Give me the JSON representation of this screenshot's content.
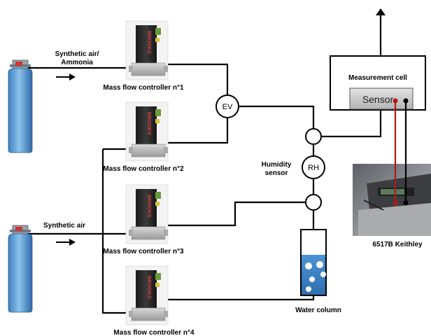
{
  "labels": {
    "synthetic_air_ammonia_line1": "Synthetic air/",
    "synthetic_air_ammonia_line2": "Ammonia",
    "synthetic_air": "Synthetic air",
    "mfc1": "Mass flow controller n°1",
    "mfc2": "Mass flow controller n°2",
    "mfc3": "Mass flow controller n°3",
    "mfc4": "Mass flow controller n°4",
    "ev": "EV",
    "rh": "RH",
    "humidity_sensor_line1": "Humidity",
    "humidity_sensor_line2": "sensor",
    "measurement_cell": "Measurement cell",
    "sensor": "Sensor",
    "keithley": "6517B Keithley",
    "water_column": "Water column",
    "brand": "BROOKS"
  },
  "colors": {
    "cylinder_body": "#5aa0d6",
    "mfc_body": "#2b2b2b",
    "mfc_base": "#b8b8b8",
    "sensor_box": "#c9c9c9",
    "wire_red": "#b01818",
    "wire_black": "#000000",
    "water": "#3f86c9"
  }
}
